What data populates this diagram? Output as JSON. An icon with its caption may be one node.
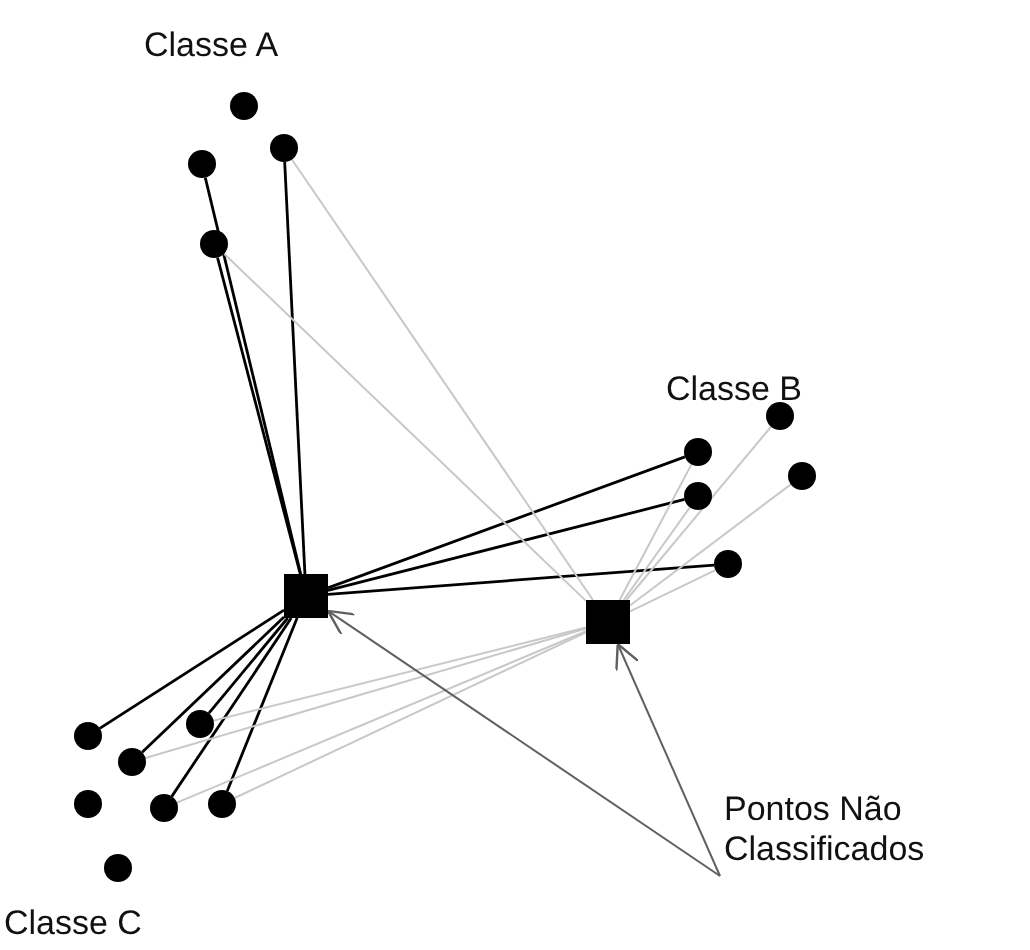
{
  "diagram": {
    "nodes": [
      {
        "text": [],
        "shape": "circle"
      },
      {
        "text": [],
        "shape": "circle"
      },
      {
        "text": [],
        "shape": "circle"
      },
      {
        "text": [],
        "shape": "circle"
      },
      {
        "text": [],
        "shape": "circle"
      },
      {
        "text": [],
        "shape": "circle"
      },
      {
        "text": [],
        "shape": "circle"
      },
      {
        "text": [],
        "shape": "circle"
      },
      {
        "text": [],
        "shape": "circle"
      },
      {
        "text": [],
        "shape": "box"
      },
      {
        "text": [],
        "shape": "box"
      },
      {
        "text": [],
        "shape": "circle"
      },
      {
        "text": [],
        "shape": "circle"
      },
      {
        "text": [],
        "shape": "circle"
      },
      {
        "text": [],
        "shape": "circle"
      },
      {
        "text": [],
        "shape": "circle"
      },
      {
        "text": [],
        "shape": "circle"
      },
      {
        "text": [],
        "shape": "circle"
      },
      {
        "text": [
          "Pontos Não Classificados"
        ]
      }
    ],
    "edges": [
      {
        "from": 2,
        "to": 9,
        "arrow": "none"
      },
      {
        "from": 1,
        "to": 9,
        "arrow": "none"
      },
      {
        "from": 3,
        "to": 9,
        "arrow": "none"
      },
      {
        "from": 5,
        "to": 9,
        "arrow": "none"
      },
      {
        "from": 7,
        "to": 9,
        "arrow": "none"
      },
      {
        "from": 8,
        "to": 9,
        "arrow": "none"
      },
      {
        "from": 12,
        "to": 9,
        "arrow": "none"
      },
      {
        "from": 13,
        "to": 9,
        "arrow": "none"
      },
      {
        "from": 11,
        "to": 9,
        "arrow": "none"
      },
      {
        "from": 16,
        "to": 9,
        "arrow": "none"
      },
      {
        "from": 15,
        "to": 9,
        "arrow": "none"
      },
      {
        "from": 1,
        "to": 10,
        "arrow": "none",
        "color": "#c8c8c8"
      },
      {
        "from": 3,
        "to": 10,
        "arrow": "none",
        "color": "#c8c8c8"
      },
      {
        "from": 4,
        "to": 10,
        "arrow": "none",
        "color": "#c8c8c8"
      },
      {
        "from": 5,
        "to": 10,
        "arrow": "none",
        "color": "#c8c8c8"
      },
      {
        "from": 6,
        "to": 10,
        "arrow": "none",
        "color": "#c8c8c8"
      },
      {
        "from": 7,
        "to": 10,
        "arrow": "none",
        "color": "#c8c8c8"
      },
      {
        "from": 8,
        "to": 10,
        "arrow": "none",
        "color": "#c8c8c8"
      },
      {
        "from": 13,
        "to": 10,
        "arrow": "none",
        "color": "#c8c8c8"
      },
      {
        "from": 11,
        "to": 10,
        "arrow": "none",
        "color": "#c8c8c8"
      },
      {
        "from": 16,
        "to": 10,
        "arrow": "none",
        "color": "#c8c8c8"
      },
      {
        "from": 15,
        "to": 10,
        "arrow": "none",
        "color": "#c8c8c8"
      },
      {
        "from": 18,
        "to": 9,
        "arrow": "to",
        "color": "#606060"
      },
      {
        "from": 18,
        "to": 10,
        "arrow": "to",
        "color": "#606060"
      }
    ],
    "labels": [
      "Classe A",
      "Classe B",
      "Classe C"
    ]
  }
}
